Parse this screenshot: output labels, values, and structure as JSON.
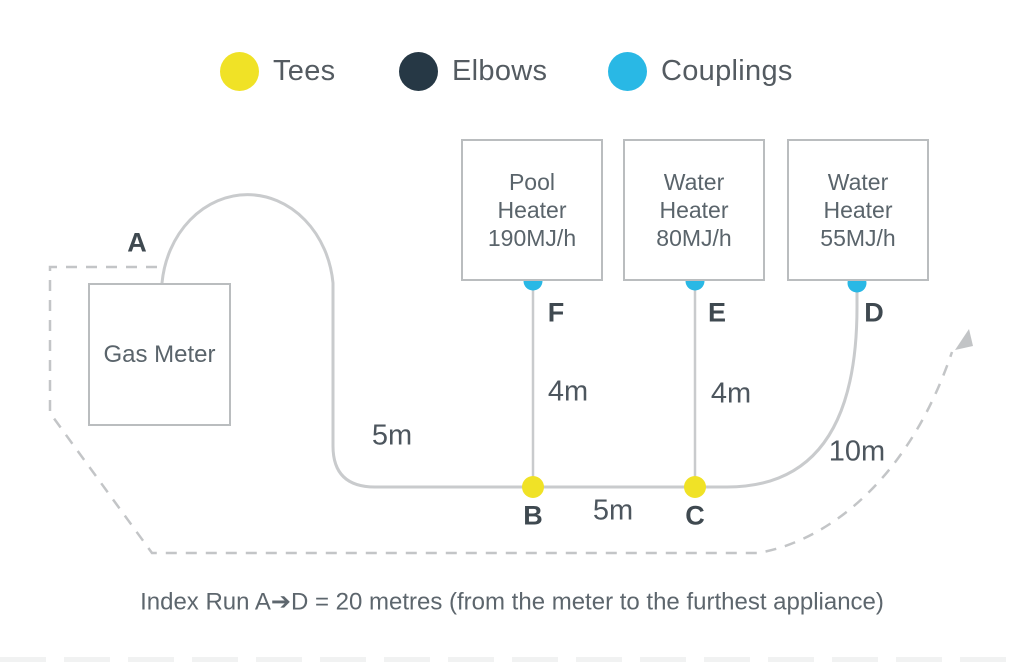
{
  "legend": {
    "items": [
      {
        "id": "tees",
        "label": "Tees",
        "color": "#f0e226"
      },
      {
        "id": "elbows",
        "label": "Elbows",
        "color": "#263845"
      },
      {
        "id": "couplings",
        "label": "Couplings",
        "color": "#29b8e5"
      }
    ]
  },
  "meter": {
    "label": "Gas Meter",
    "node": "A"
  },
  "appliances": [
    {
      "name": "Pool Heater",
      "rating": "190MJ/h",
      "text": "Pool\nHeater\n190MJ/h",
      "node": "F"
    },
    {
      "name": "Water Heater",
      "rating": "80MJ/h",
      "text": "Water\nHeater\n80MJ/h",
      "node": "E"
    },
    {
      "name": "Water Heater",
      "rating": "55MJ/h",
      "text": "Water\nHeater\n55MJ/h",
      "node": "D"
    }
  ],
  "nodes": {
    "a": "A",
    "b": "B",
    "c": "C",
    "d": "D",
    "e": "E",
    "f": "F"
  },
  "distances": {
    "a_to_b": "5m",
    "b_to_f": "4m",
    "b_to_c": "5m",
    "c_to_e": "4m",
    "c_to_d": "10m"
  },
  "caption": "Index Run A➔D = 20 metres (from the meter to the furthest appliance)",
  "colors": {
    "pipe": "#c9cbcd",
    "dashed_index_run": "#c3c5c7",
    "arrowhead": "#c2c4c6",
    "box_border": "#babdbf",
    "tee": "#f0e226",
    "elbow": "#263845",
    "coupling": "#29b8e5",
    "node_text": "#3f4950",
    "distance_text": "#4d565e",
    "caption_text": "#5d666d"
  }
}
